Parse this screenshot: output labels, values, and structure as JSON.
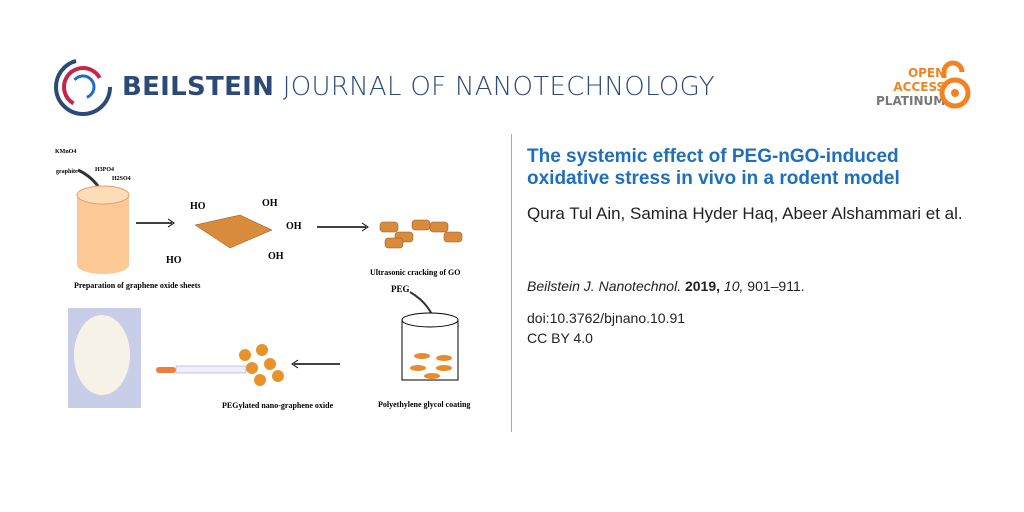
{
  "header": {
    "journal_bold": "BEILSTEIN",
    "journal_rest": " JOURNAL OF NANOTECHNOLOGY",
    "oa_line1": "OPEN",
    "oa_line2": "ACCESS",
    "oa_line3": "PLATINUM"
  },
  "article": {
    "title": "The systemic effect of PEG-nGO-induced oxidative stress in vivo in a rodent model",
    "authors": "Qura Tul Ain, Samina Hyder Haq, Abeer Alshammari et al.",
    "journal_abbrev": "Beilstein J. Nanotechnol.",
    "year": "2019,",
    "volume": "10,",
    "pages": "901–911.",
    "doi": "doi:10.3762/bjnano.10.91",
    "license": "CC BY 4.0"
  },
  "figure": {
    "reagents": [
      "KMnO4",
      "graphite",
      "H3PO4",
      "H2SO4"
    ],
    "groups": [
      "HO",
      "OH",
      "OH",
      "HO",
      "OH"
    ],
    "step1": "Preparation of graphene oxide sheets",
    "step2": "Ultrasonic cracking of GO",
    "peg": "PEG",
    "step3": "Polyethylene glycol coating",
    "step4": "PEGylated nano-graphene oxide"
  },
  "colors": {
    "brand": "#2b4a78",
    "title": "#1f6fc0",
    "oa": "#f58220"
  }
}
